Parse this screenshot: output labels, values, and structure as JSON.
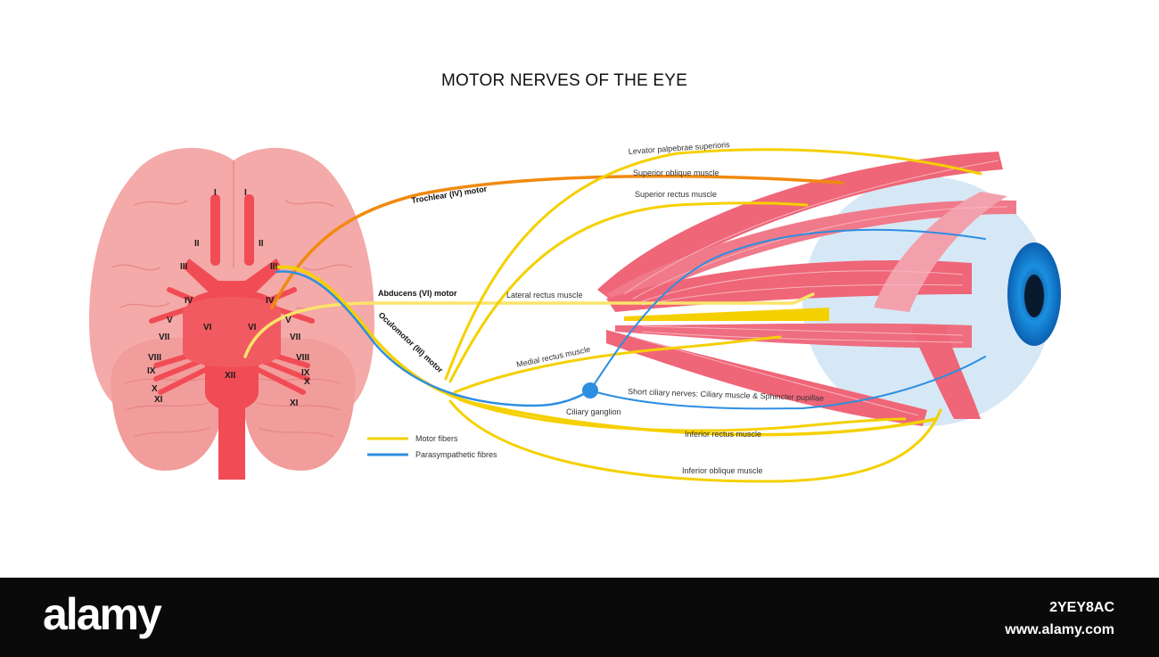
{
  "title": "MOTOR NERVES OF THE EYE",
  "nerves": {
    "trochlear": "Trochlear (IV) motor",
    "abducens": "Abducens (VI) motor",
    "oculomotor": "Oculomotor (III) motor"
  },
  "muscles": {
    "levator": "Levator palpebrae superioris",
    "superior_oblique": "Superior  oblique muscle",
    "superior_rectus": "Superior rectus muscle",
    "lateral_rectus": "Lateral rectus muscle",
    "medial_rectus": "Medial rectus muscle",
    "inferior_rectus": "Inferior rectus muscle",
    "inferior_oblique": "Inferior oblique muscle"
  },
  "ciliary": {
    "ganglion": "Ciliary ganglion",
    "short_nerves": "Short ciliary nerves: Ciliary muscle & Sphincter pupillae"
  },
  "legend": [
    {
      "label": "Motor fibers",
      "color": "#f5d000"
    },
    {
      "label": "Parasympathetic fibres",
      "color": "#2e8ee0"
    }
  ],
  "cranial_left": [
    "I",
    "II",
    "III",
    "IV",
    "V",
    "VI",
    "VII",
    "VIII",
    "IX",
    "X",
    "XI"
  ],
  "cranial_right": [
    "I",
    "II",
    "III",
    "IV",
    "V",
    "VI",
    "VII",
    "VIII",
    "IX",
    "X",
    "XI"
  ],
  "cranial_center": "XII",
  "colors": {
    "motor": "#f5d000",
    "parasympathetic": "#2e8ee0",
    "trochlear": "#f08a10",
    "brain": "#f4a8a6",
    "brainstem": "#f14c55",
    "muscle": "#ef6678",
    "eyeball": "#d6e8f6"
  },
  "footer": {
    "brand": "alamy",
    "image_id": "2YEY8AC",
    "url": "www.alamy.com"
  }
}
